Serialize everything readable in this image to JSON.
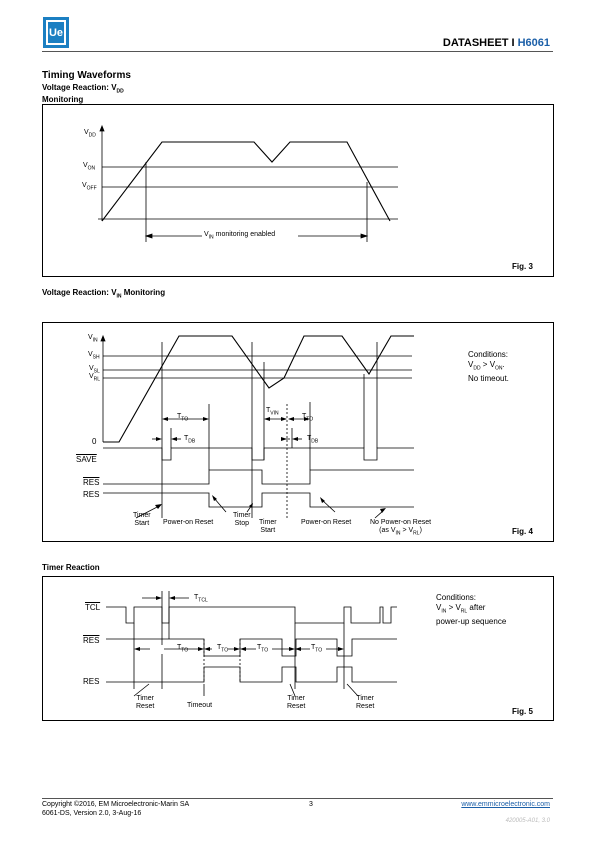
{
  "header": {
    "doc_type": "DATASHEET",
    "separator": "I",
    "part_number": "H6061",
    "logo_text": "Ue"
  },
  "sections": {
    "main_title": "Timing Waveforms",
    "vdd_title_1": "Voltage Reaction: V",
    "vdd_title_sub": "DD",
    "vdd_title_2": "Monitoring",
    "vin_title_1": "Voltage Reaction: V",
    "vin_title_sub": "IN",
    "vin_title_2": " Monitoring",
    "timer_title": "Timer Reaction"
  },
  "fig3": {
    "label": "Fig. 3",
    "vdd": "V",
    "vdd_sub": "DD",
    "von": "V",
    "von_sub": "ON",
    "voff": "V",
    "voff_sub": "OFF",
    "span_1": "V",
    "span_sub": "IN",
    "span_2": " monitoring enabled"
  },
  "fig4": {
    "label": "Fig. 4",
    "vin": "V",
    "vin_sub": "IN",
    "vsh": "V",
    "vsh_sub": "SH",
    "vsl": "V",
    "vsl_sub": "SL",
    "vrl": "V",
    "vrl_sub": "RL",
    "zero": "0",
    "save": "SAVE",
    "res_bar": "RES",
    "res": "RES",
    "tto": "T",
    "tto_sub": "TO",
    "tdb": "T",
    "tdb_sub": "DB",
    "tvin": "T",
    "tvin_sub": "VIN",
    "cond_title": "Conditions:",
    "cond_1": "V",
    "cond_1_sub": "DD",
    "cond_1_mid": " > V",
    "cond_1_sub2": "ON",
    "cond_1_end": ".",
    "cond_2": "No timeout.",
    "ann_timer_start_1": "Timer",
    "ann_timer_start_2": "Start",
    "ann_por_1": "Power-on Reset",
    "ann_timer_stop_1": "Timer",
    "ann_timer_stop_2": "Stop",
    "ann_timer_start2_1": "Timer",
    "ann_timer_start2_2": "Start",
    "ann_por_2": "Power-on Reset",
    "ann_nopor_1": "No Power-on Reset",
    "ann_nopor_2a": "(as V",
    "ann_nopor_2s": "IN",
    "ann_nopor_2b": " > V",
    "ann_nopor_2s2": "RL",
    "ann_nopor_2c": ")"
  },
  "fig5": {
    "label": "Fig. 5",
    "tcl": "TCL",
    "res_bar": "RES",
    "res": "RES",
    "ttcl": "T",
    "ttcl_sub": "TCL",
    "tto": "T",
    "tto_sub": "TO",
    "cond_title": "Conditions:",
    "cond_1a": "V",
    "cond_1s": "IN",
    "cond_1b": " > V",
    "cond_1s2": "RL",
    "cond_1c": " after",
    "cond_2": "power-up sequence",
    "ann_1a": "Timer",
    "ann_1b": "Reset",
    "ann_2": "Timeout",
    "ann_3a": "Timer",
    "ann_3b": "Reset",
    "ann_4a": "Timer",
    "ann_4b": "Reset"
  },
  "footer": {
    "copyright": "Copyright ©2016, EM Microelectronic-Marin SA",
    "version": "6061-DS, Version 2.0, 3-Aug-16",
    "page": "3",
    "link": "www.emmicroelectronic.com",
    "docref": "420005-A01, 3.0"
  }
}
